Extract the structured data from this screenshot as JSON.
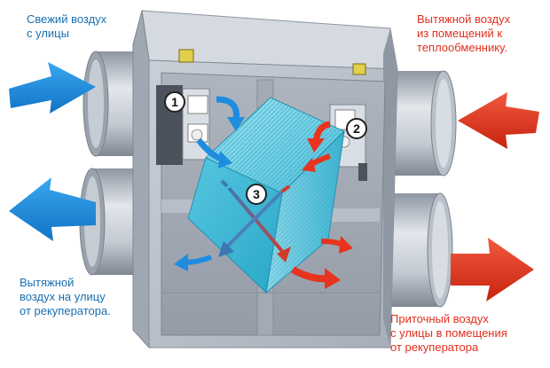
{
  "labels": {
    "fresh_air": [
      "Свежий воздух",
      "с улицы"
    ],
    "exhaust_from_rooms": [
      "Вытяжной воздух",
      "из помещений к",
      "теплообменнику."
    ],
    "exhaust_to_street": [
      "Вытяжной",
      "воздух на улицу",
      "от рекуператора."
    ],
    "supply_air": [
      "Приточный воздух",
      "с улицы в помещения",
      "от рекуператора"
    ]
  },
  "markers": {
    "fan_1": "1",
    "fan_2": "2",
    "exchanger": "3"
  },
  "colors": {
    "fresh_blue": "#1a6fb0",
    "warm_red": "#e0301e",
    "arrow_blue": "#1e8de0",
    "arrow_red": "#e8331f",
    "exchanger_cyan": "#5cc9e0",
    "housing_grey": "#b5bcc6"
  }
}
